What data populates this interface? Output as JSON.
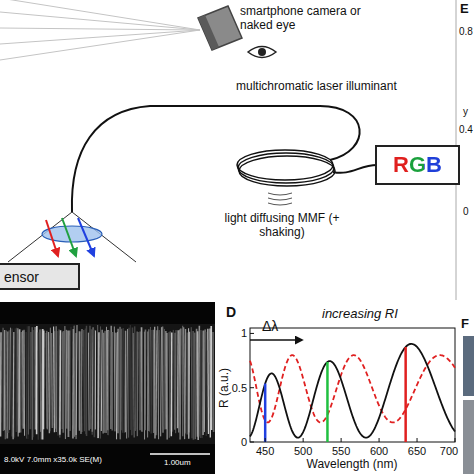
{
  "diagram": {
    "nodes": [
      {
        "text": [
          "RGB"
        ]
      },
      {
        "text": [
          "ensor"
        ]
      }
    ],
    "labels": [
      "smartphone camera or naked eye",
      "multichromatic laser illuminant",
      "light diffusing MMF (+ shaking)",
      "E",
      "0.8",
      "y",
      "0.4",
      "0",
      "F",
      "8.0kV 7.0mm x35.0k SE(M)",
      "1.00um",
      "D",
      "increasing RI",
      "Δλ",
      "R (a.u.)",
      "1",
      "0.5",
      "0",
      "450",
      "500",
      "550",
      "600",
      "650",
      "700",
      "Wavelength (nm)"
    ]
  }
}
